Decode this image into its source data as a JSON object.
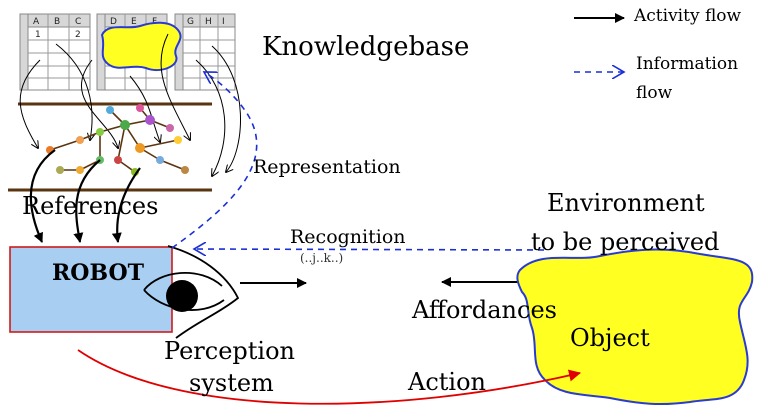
{
  "labels": {
    "knowledgebase": "Knowledgebase",
    "representation": "Representation",
    "references": "References",
    "environment_line1": "Environment",
    "environment_line2": "to be perceived",
    "recognition": "Recognition",
    "recognition_sub": "(..j..k..)",
    "robot": "ROBOT",
    "affordances": "Affordances",
    "object": "Object",
    "perception_line1": "Perception",
    "perception_line2": "system",
    "action": "Action"
  },
  "legend": {
    "activity_flow": "Activity flow",
    "information_flow_line1": "Information",
    "information_flow_line2": "flow"
  },
  "tables": [
    {
      "headers": [
        "A",
        "B",
        "C"
      ],
      "cells": [
        "1",
        "2"
      ]
    },
    {
      "headers": [
        "D",
        "E",
        "F"
      ],
      "cells": []
    },
    {
      "headers": [
        "G",
        "H",
        "I"
      ],
      "cells": []
    }
  ],
  "colors": {
    "activity_arrow": "#000000",
    "information_arrow": "#1a2fd6",
    "action_arrow": "#e00000",
    "robot_fill": "#a8cff2",
    "robot_border": "#d11a1a",
    "object_fill": "#ffff22",
    "object_border": "#2a3bd0",
    "network_line": "#5a3510"
  }
}
